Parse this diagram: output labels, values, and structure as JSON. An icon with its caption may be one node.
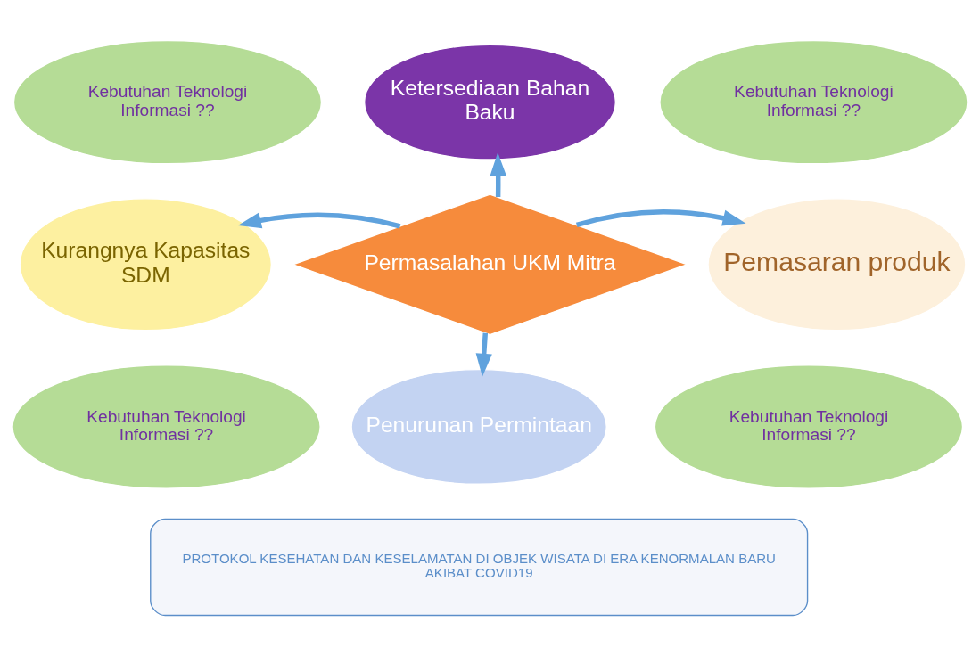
{
  "diagram": {
    "nodes": [
      {
        "text": [
          "Permasalahan UKM Mitra"
        ]
      },
      {
        "text": [
          "Ketersediaan Bahan Baku"
        ]
      },
      {
        "text": [
          "Kurangnya Kapasitas SDM"
        ]
      },
      {
        "text": [
          "Pemasaran produk"
        ]
      },
      {
        "text": [
          "Penurunan Permintaan"
        ]
      },
      {
        "text": [
          "Kebutuhan Teknologi Informasi ??"
        ]
      },
      {
        "text": [
          "Kebutuhan Teknologi Informasi ??"
        ]
      },
      {
        "text": [
          "Kebutuhan Teknologi Informasi ??"
        ]
      },
      {
        "text": [
          "Kebutuhan Teknologi Informasi ??"
        ]
      },
      {
        "text": [
          "PROTOKOL KESEHATAN DAN KESELAMATAN DI OBJEK WISATA DI ERA KENORMALAN BARU AKIBAT COVID19"
        ]
      }
    ],
    "edges": [
      {
        "from": 0,
        "to": 1,
        "arrow": "to"
      },
      {
        "from": 0,
        "to": 2,
        "arrow": "to"
      },
      {
        "from": 0,
        "to": 3,
        "arrow": "to"
      },
      {
        "from": 0,
        "to": 4,
        "arrow": "to"
      }
    ]
  }
}
